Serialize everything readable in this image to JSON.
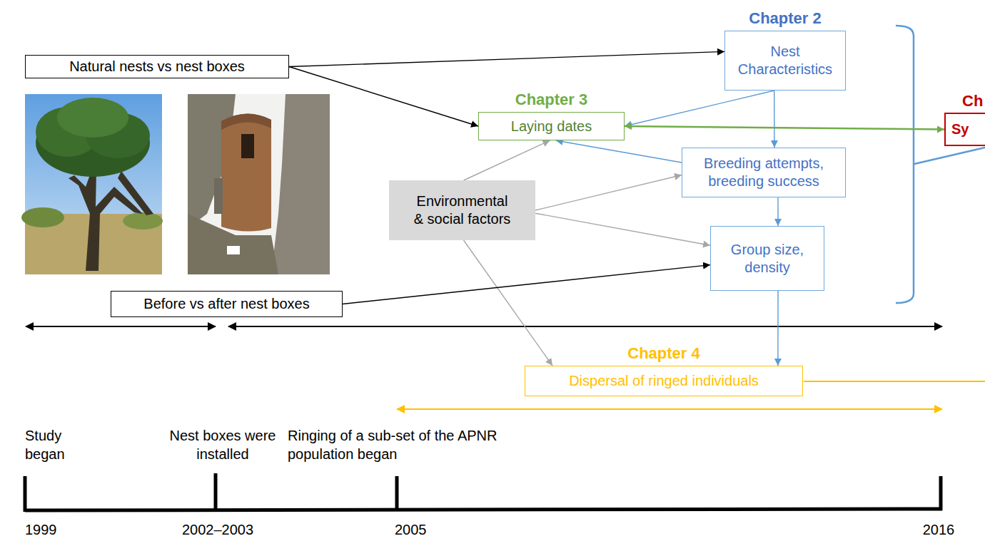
{
  "diagram": {
    "nodes": [
      {
        "text": [
          "Natural nests vs nest boxes"
        ]
      },
      {
        "text": [
          "Chapter 2",
          "Nest Characteristics"
        ]
      },
      {
        "text": [
          "Ch",
          "Sy"
        ]
      },
      {
        "text": [
          "Chapter 3",
          "Laying dates"
        ]
      },
      {
        "text": [
          "Environmental & social factors"
        ]
      },
      {
        "text": [
          "Breeding attempts, breeding success"
        ]
      },
      {
        "text": [
          "Group size, density"
        ]
      },
      {
        "text": [
          "Before vs after nest boxes"
        ]
      },
      {
        "text": [
          "Chapter 4",
          "Dispersal of ringed individuals"
        ]
      }
    ],
    "edges": [
      {
        "from": 0,
        "to": 1,
        "arrow": "to"
      },
      {
        "from": 0,
        "to": 3,
        "arrow": "to"
      },
      {
        "from": 1,
        "to": 3,
        "arrow": "to"
      },
      {
        "from": 1,
        "to": 5,
        "arrow": "to"
      },
      {
        "from": 5,
        "to": 6,
        "arrow": "to"
      },
      {
        "from": 5,
        "to": 3,
        "arrow": "to"
      },
      {
        "from": 4,
        "to": 3,
        "arrow": "to"
      },
      {
        "from": 4,
        "to": 5,
        "arrow": "to"
      },
      {
        "from": 4,
        "to": 6,
        "arrow": "to"
      },
      {
        "from": 4,
        "to": 8,
        "arrow": "to"
      },
      {
        "from": 6,
        "to": 8,
        "arrow": "to"
      },
      {
        "from": 7,
        "to": 6,
        "arrow": "to"
      },
      {
        "from": 3,
        "to": 2,
        "arrow": "both"
      }
    ],
    "labels": [
      "Study began",
      "Nest boxes were installed",
      "Ringing of a sub-set of the APNR population began",
      "1999",
      "2002–2003",
      "2005",
      "2016"
    ]
  }
}
